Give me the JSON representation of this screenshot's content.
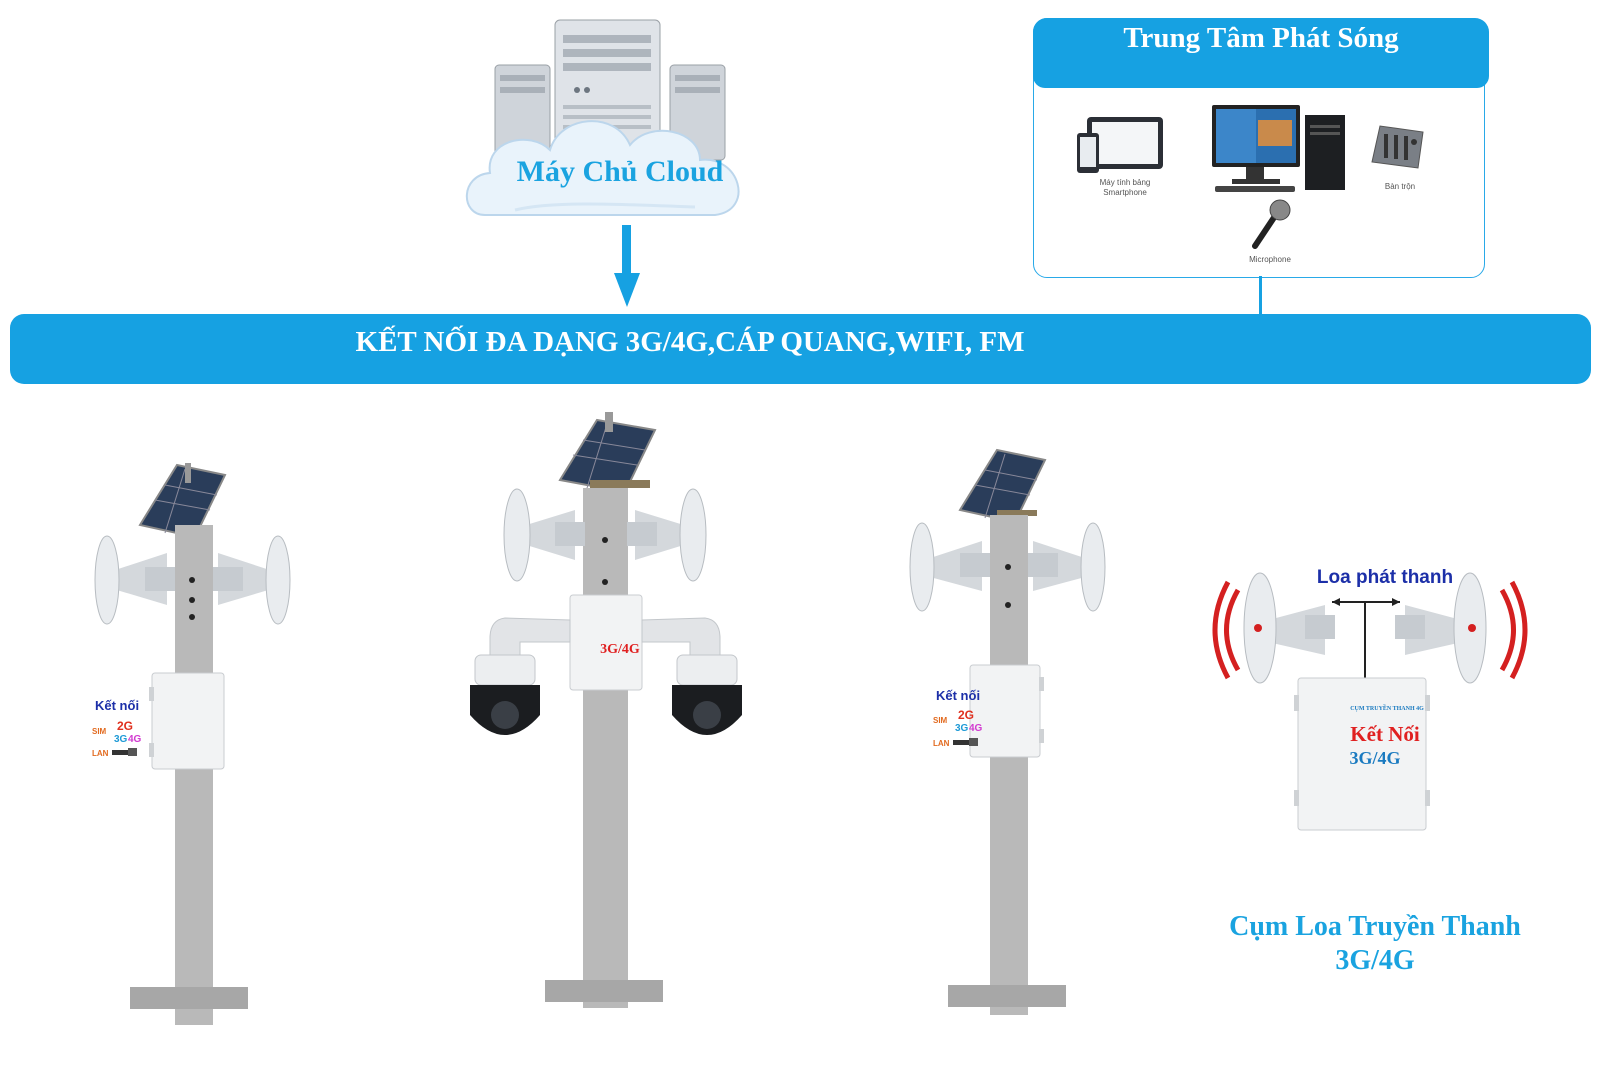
{
  "cloud": {
    "title": "Máy Chủ Cloud"
  },
  "center": {
    "title": "Trung Tâm Phát Sóng",
    "tablet_label_line1": "Máy tính bảng",
    "tablet_label_line2": "Smartphone",
    "mixer_label": "Bàn trộn",
    "microphone_label": "Microphone"
  },
  "connection": {
    "title": "KẾT NỐI ĐA DẠNG 3G/4G,CÁP QUANG,WIFI, FM"
  },
  "pole_connection": {
    "title": "Kết nối",
    "sim": "SIM",
    "twog": "2G",
    "threeg": "3G",
    "fourg": "4G",
    "lan": "LAN"
  },
  "camera_pole": {
    "label": "3G/4G"
  },
  "speaker_cluster": {
    "speaker_label": "Loa phát thanh",
    "box_small_text": "CỤM TRUYỀN THANH 4G",
    "box_title": "Kết Nối",
    "box_subtitle": "3G/4G",
    "title_line1": "Cụm Loa Truyền Thanh",
    "title_line2": "3G/4G"
  },
  "colors": {
    "accent_blue": "#16a1e2",
    "title_blue": "#1aa3e0",
    "pole_gray": "#b9b9b9",
    "alert_red": "#e02020",
    "navy": "#1c2fa8"
  }
}
